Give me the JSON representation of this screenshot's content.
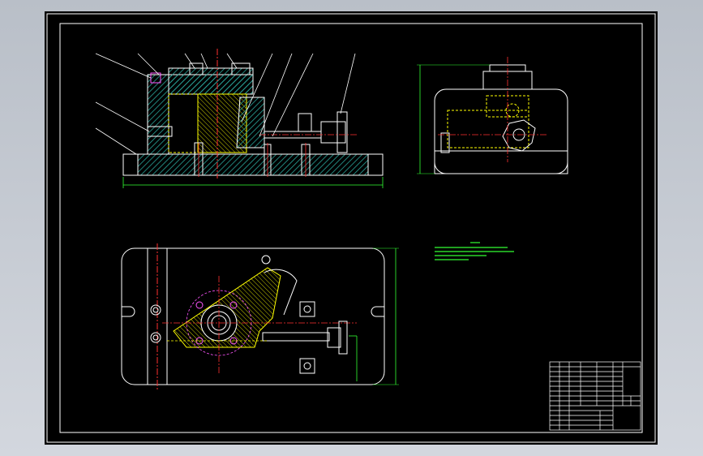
{
  "viewer": {
    "background": "#c9ced6"
  },
  "colors": {
    "sheet": "#000000",
    "frame": "#ffffff",
    "part": "#ffffff",
    "hatch": "#2aa59a",
    "hidden": "#ffff00",
    "center": "#ff3030",
    "dimension": "#33ff33",
    "bolt": "#ff55ff"
  },
  "icons": {
    "front_view": "front-section-view-graphic",
    "side_view": "side-view-graphic",
    "top_view": "top-view-graphic",
    "title_block": "title-block-grid"
  },
  "balloons": [],
  "tech_notes": [],
  "title_block": {
    "cells": []
  }
}
